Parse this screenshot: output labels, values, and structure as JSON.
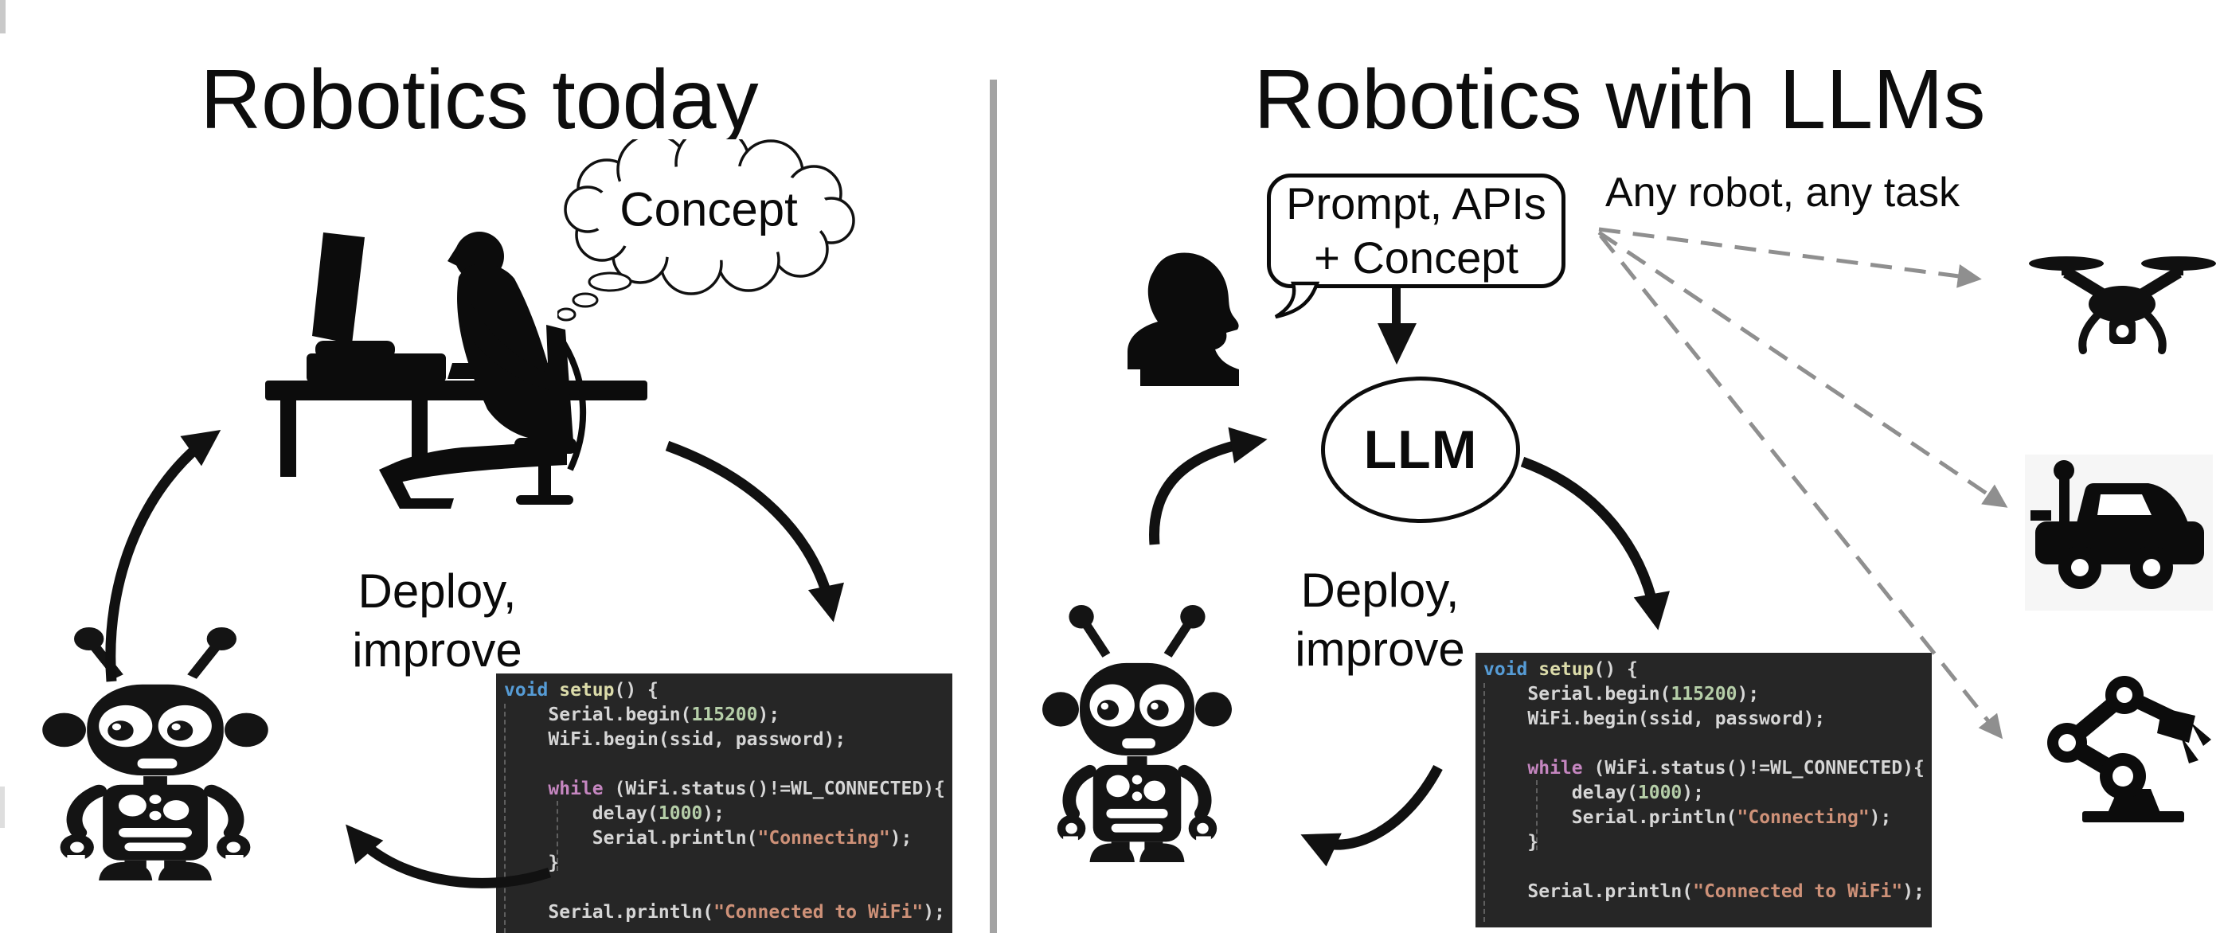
{
  "left_panel": {
    "title": "Robotics today",
    "thought_bubble_label": "Concept",
    "deploy_line1": "Deploy,",
    "deploy_line2": "improve"
  },
  "right_panel": {
    "title": "Robotics with LLMs",
    "speech_bubble_line1": "Prompt, APIs",
    "speech_bubble_line2": "+ Concept",
    "llm_label": "LLM",
    "any_robot_label": "Any robot, any task",
    "deploy_line1": "Deploy,",
    "deploy_line2": "improve"
  },
  "code_snippet": {
    "language": "arduino-c",
    "colors": {
      "background": "#262626",
      "keyword": "#569CD6",
      "function": "#DCDCAA",
      "control": "#C586C0",
      "number": "#B5CEA8",
      "string": "#CE9178",
      "text": "#D6D6D6",
      "indent_guide": "#5f5f5f"
    },
    "lines": [
      [
        [
          "kw",
          "void"
        ],
        [
          "tx",
          " "
        ],
        [
          "fn",
          "setup"
        ],
        [
          "tx",
          "() {"
        ]
      ],
      [
        [
          "tx",
          "    Serial.begin("
        ],
        [
          "num",
          "115200"
        ],
        [
          "tx",
          ");"
        ]
      ],
      [
        [
          "tx",
          "    WiFi.begin(ssid, password);"
        ]
      ],
      [],
      [
        [
          "tx",
          "    "
        ],
        [
          "ct",
          "while"
        ],
        [
          "tx",
          " (WiFi.status()!=WL_CONNECTED){"
        ]
      ],
      [
        [
          "tx",
          "        delay("
        ],
        [
          "num",
          "1000"
        ],
        [
          "tx",
          ");"
        ]
      ],
      [
        [
          "tx",
          "        Serial.println("
        ],
        [
          "st",
          "\"Connecting\""
        ],
        [
          "tx",
          ");"
        ]
      ],
      [
        [
          "tx",
          "    }"
        ]
      ],
      [],
      [
        [
          "tx",
          "    Serial.println("
        ],
        [
          "st",
          "\"Connected to WiFi\""
        ],
        [
          "tx",
          ");"
        ]
      ]
    ]
  },
  "icons": {
    "left": [
      "thought-cloud-icon",
      "person-at-desk-icon",
      "robot-icon",
      "cycle-arrow-icons"
    ],
    "right": [
      "head-silhouette-icon",
      "llm-ellipse",
      "robot-icon",
      "drone-icon",
      "rover-car-icon",
      "robot-arm-icon",
      "dashed-arrow-icons"
    ]
  },
  "colors": {
    "divider": "#a3a3a3",
    "arrow_black": "#111111",
    "dashed_arrow": "#8f8f8f",
    "diagram_text": "#0a0a0a"
  }
}
